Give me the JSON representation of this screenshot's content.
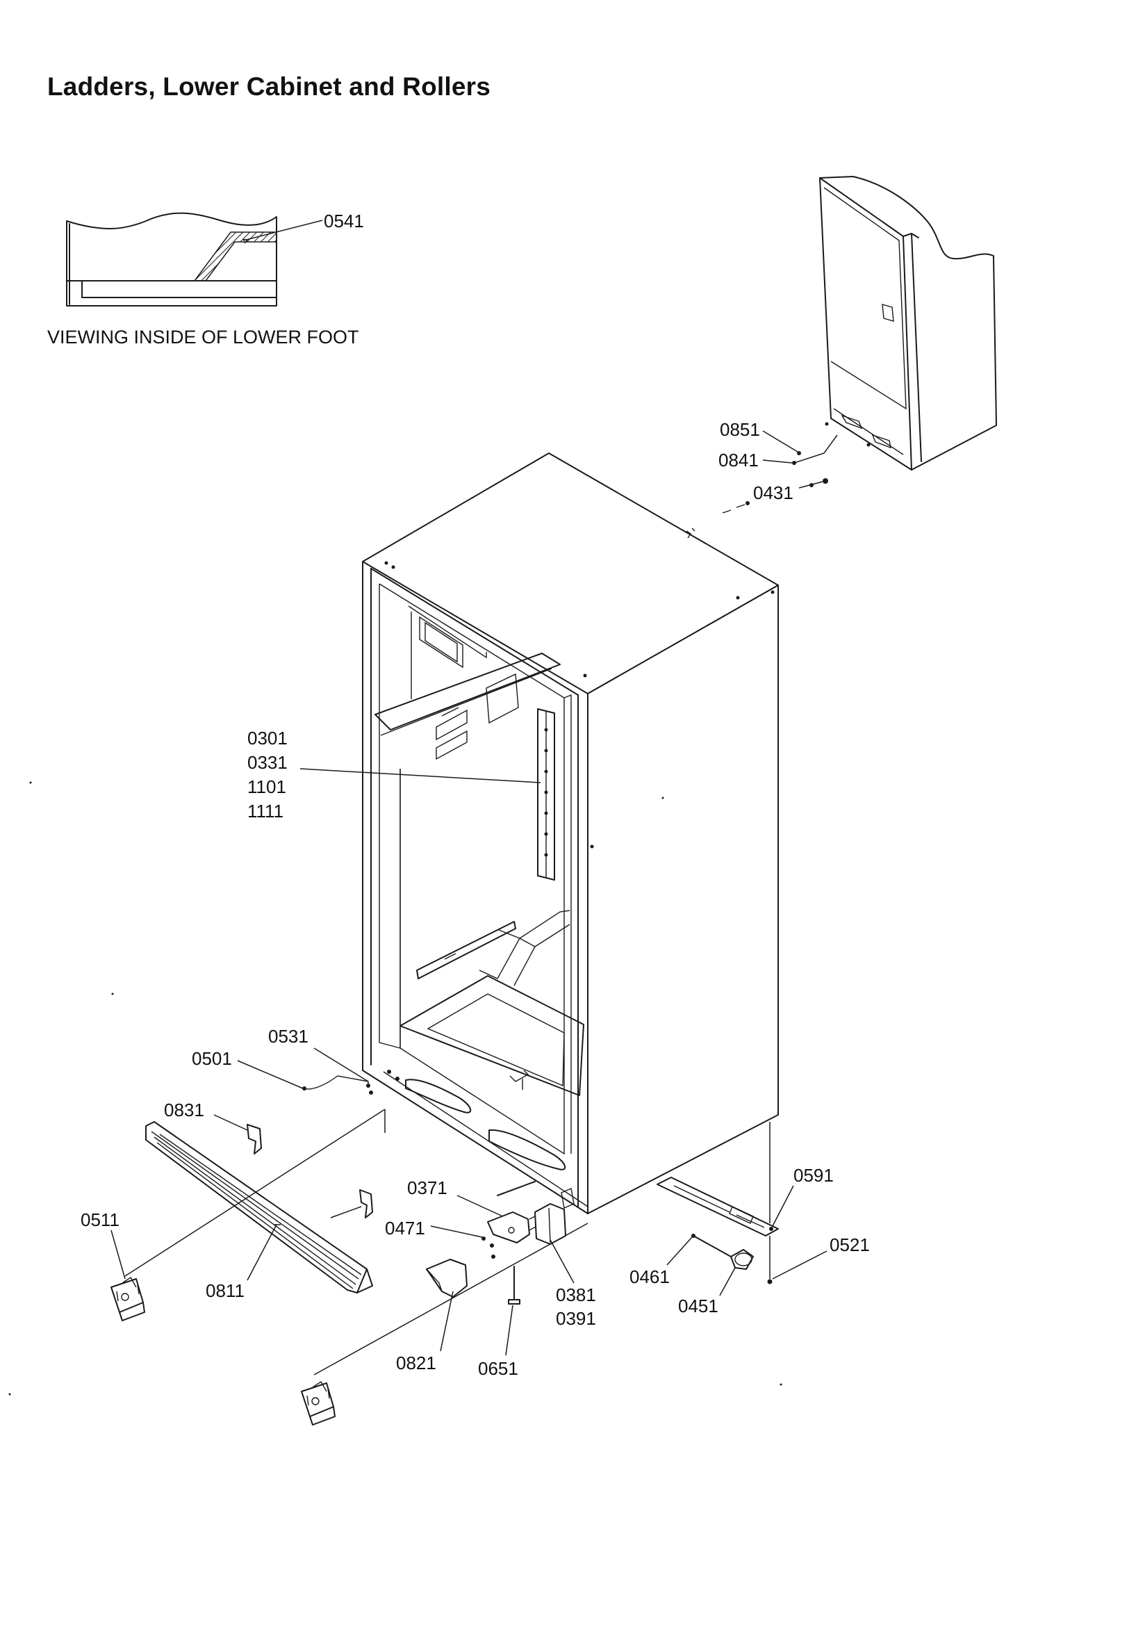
{
  "title": "Ladders, Lower Cabinet and Rollers",
  "inset_caption": "VIEWING INSIDE OF LOWER FOOT",
  "part_numbers": {
    "p0541": "0541",
    "p0851": "0851",
    "p0841": "0841",
    "p0431": "0431",
    "p0301": "0301",
    "p0331": "0331",
    "p1101": "1101",
    "p1111": "1111",
    "p0531": "0531",
    "p0501": "0501",
    "p0831": "0831",
    "p0511": "0511",
    "p0811": "0811",
    "p0371": "0371",
    "p0471": "0471",
    "p0591": "0591",
    "p0521": "0521",
    "p0461": "0461",
    "p0451": "0451",
    "p0381": "0381",
    "p0391": "0391",
    "p0821": "0821",
    "p0651": "0651"
  }
}
